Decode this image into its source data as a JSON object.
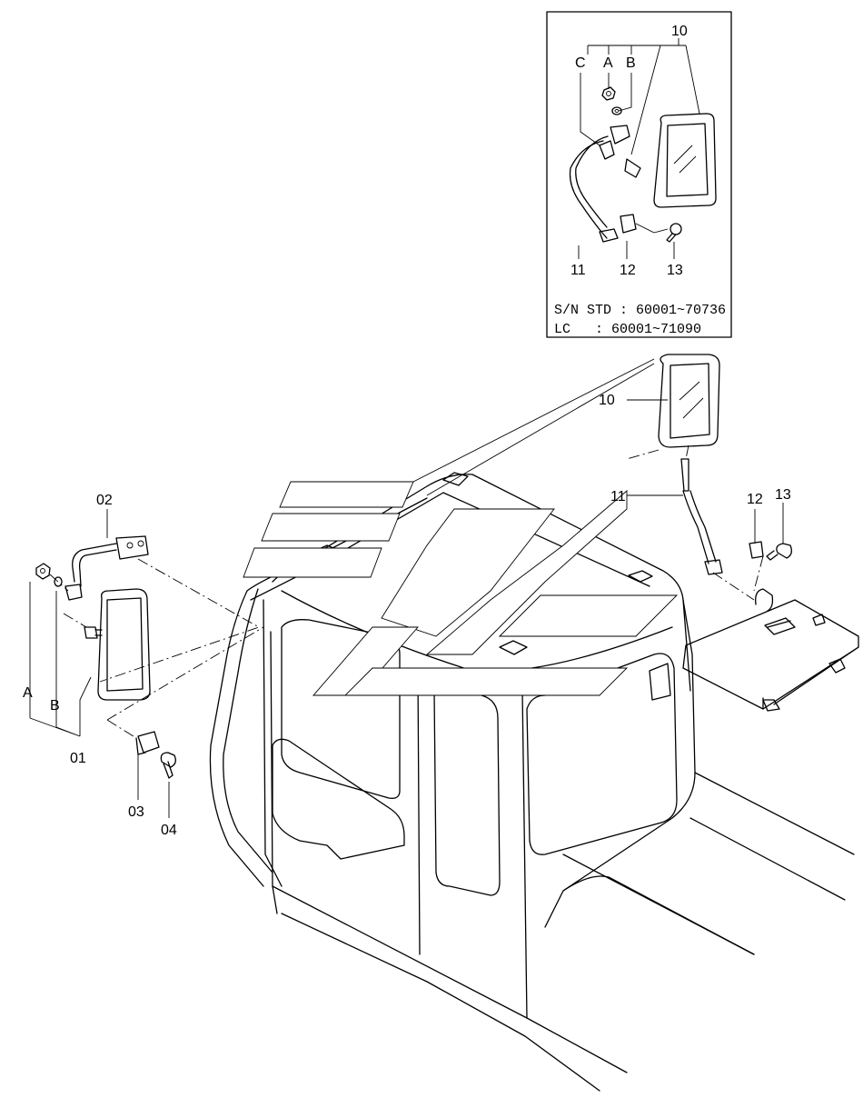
{
  "callouts": {
    "c01": "01",
    "c02": "02",
    "c03": "03",
    "c04": "04",
    "c10_main": "10",
    "c11_main": "11",
    "c12_main": "12",
    "c13_main": "13",
    "ca": "A",
    "cb": "B",
    "inset_10": "10",
    "inset_c": "C",
    "inset_a": "A",
    "inset_b": "B",
    "inset_11": "11",
    "inset_12": "12",
    "inset_13": "13"
  },
  "inset": {
    "serial_line1": "S/N STD : 60001~70736",
    "serial_line2": "LC   : 60001~71090"
  }
}
